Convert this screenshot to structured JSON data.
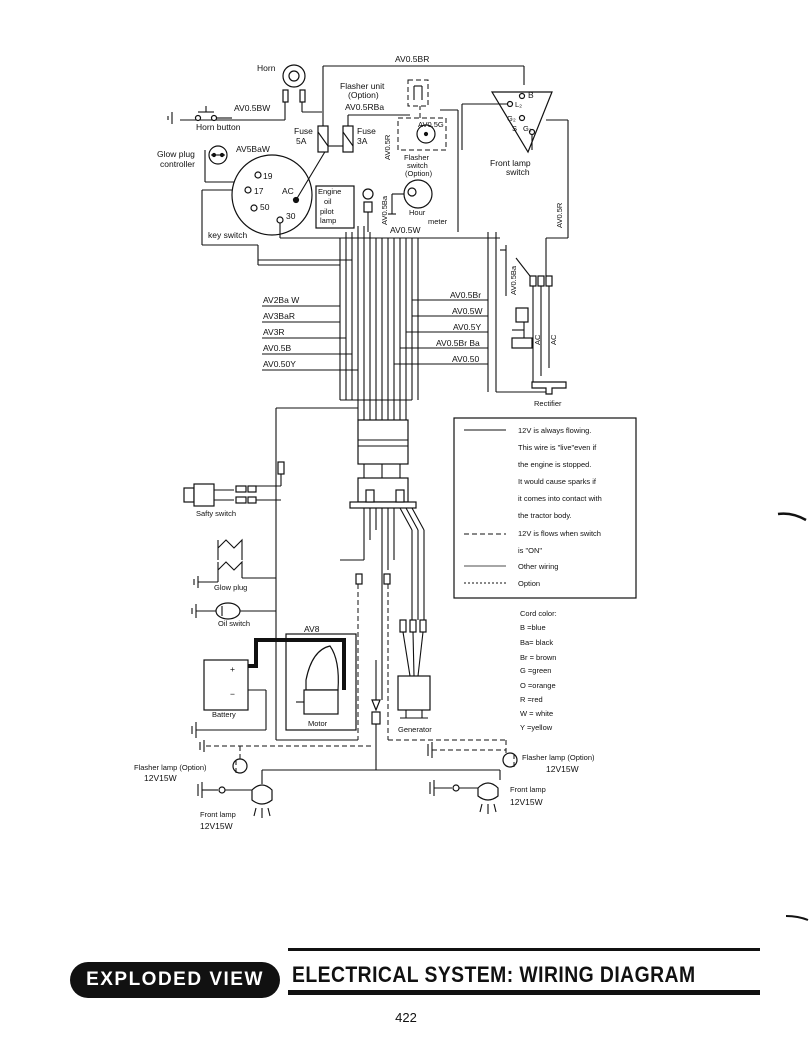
{
  "labels": {
    "horn": "Horn",
    "horn_wire": "AV0.5BW",
    "horn_button": "Horn button",
    "glow_plug_controller_1": "Glow plug",
    "glow_plug_controller_2": "controller",
    "glow_plug_wire": "AV5BaW",
    "ks_19": "19",
    "ks_17": "17",
    "ks_ac": "AC",
    "ks_50": "50",
    "ks_30": "30",
    "key_switch": "key switch",
    "fuse5_1": "Fuse",
    "fuse5_2": "5A",
    "fuse3_1": "Fuse",
    "fuse3_2": "3A",
    "top_wire": "AV0.5BR",
    "flasher_unit_1": "Flasher unit",
    "flasher_unit_2": "(Option)",
    "flasher_wire": "AV0.5RBa",
    "av05g": "AV0.5G",
    "av05r_vert": "AV0.5R",
    "flasher_switch_1": "Flasher",
    "flasher_switch_2": "switch",
    "flasher_switch_3": "(Option)",
    "engine_oil_1": "Engine",
    "engine_oil_2": "oil",
    "engine_oil_3": "pilot",
    "engine_oil_4": "lamp",
    "av05ba_vert": "AV0.5Ba",
    "hour_meter_1": "Hour",
    "hour_meter_2": "meter",
    "av05w_top": "AV0.5W",
    "fls_b": "B",
    "fls_l2": "L₂",
    "fls_g2": "G₂",
    "fls_s": "S",
    "fls_g1": "G₁",
    "front_lamp_switch_1": "Front lamp",
    "front_lamp_switch_2": "switch",
    "av05r_right": "AV0.5R",
    "av05ba_right": "AV0.5Ba",
    "ac_1": "AC",
    "ac_2": "AC",
    "rectifier": "Rectifier",
    "left_wires": [
      "AV2Ba W",
      "AV3BaR",
      "AV3R",
      "AV0.5B",
      "AV0.50Y"
    ],
    "right_wires": [
      "AV0.5Br",
      "AV0.5W",
      "AV0.5Y",
      "AV0.5Br Ba",
      "AV0.50"
    ],
    "safety_switch": "Safty switch",
    "glow_plug": "Glow plug",
    "oil_switch": "Oil switch",
    "av8": "AV8",
    "battery": "Battery",
    "motor": "Motor",
    "generator": "Generator",
    "flasher_lamp_left_1": "Flasher lamp (Option)",
    "flasher_lamp_left_2": "12V15W",
    "front_lamp_left_1": "Front lamp",
    "front_lamp_left_2": "12V15W",
    "flasher_lamp_right_1": "Flasher lamp (Option)",
    "flasher_lamp_right_2": "12V15W",
    "front_lamp_right_1": "Front lamp",
    "front_lamp_right_2": "12V15W",
    "plus": "+",
    "minus": "−"
  },
  "legend": {
    "solid_lines": [
      "12V is always flowing.",
      "This wire is \"live\"even if",
      "the engine is stopped.",
      "It would cause sparks if",
      "it comes into contact with",
      "the tractor body."
    ],
    "dashed_lines": [
      "12V is flows when switch",
      "is \"ON\""
    ],
    "other": "Other wiring",
    "option": "Option"
  },
  "cord_color": {
    "title": "Cord color:",
    "items": [
      "B =blue",
      "Ba= black",
      "Br = brown",
      "G =green",
      "O =orange",
      "R =red",
      "W = white",
      "Y =yellow"
    ]
  },
  "footer": {
    "band": "EXPLODED VIEW",
    "title": "ELECTRICAL SYSTEM: WIRING DIAGRAM",
    "page": "422"
  }
}
